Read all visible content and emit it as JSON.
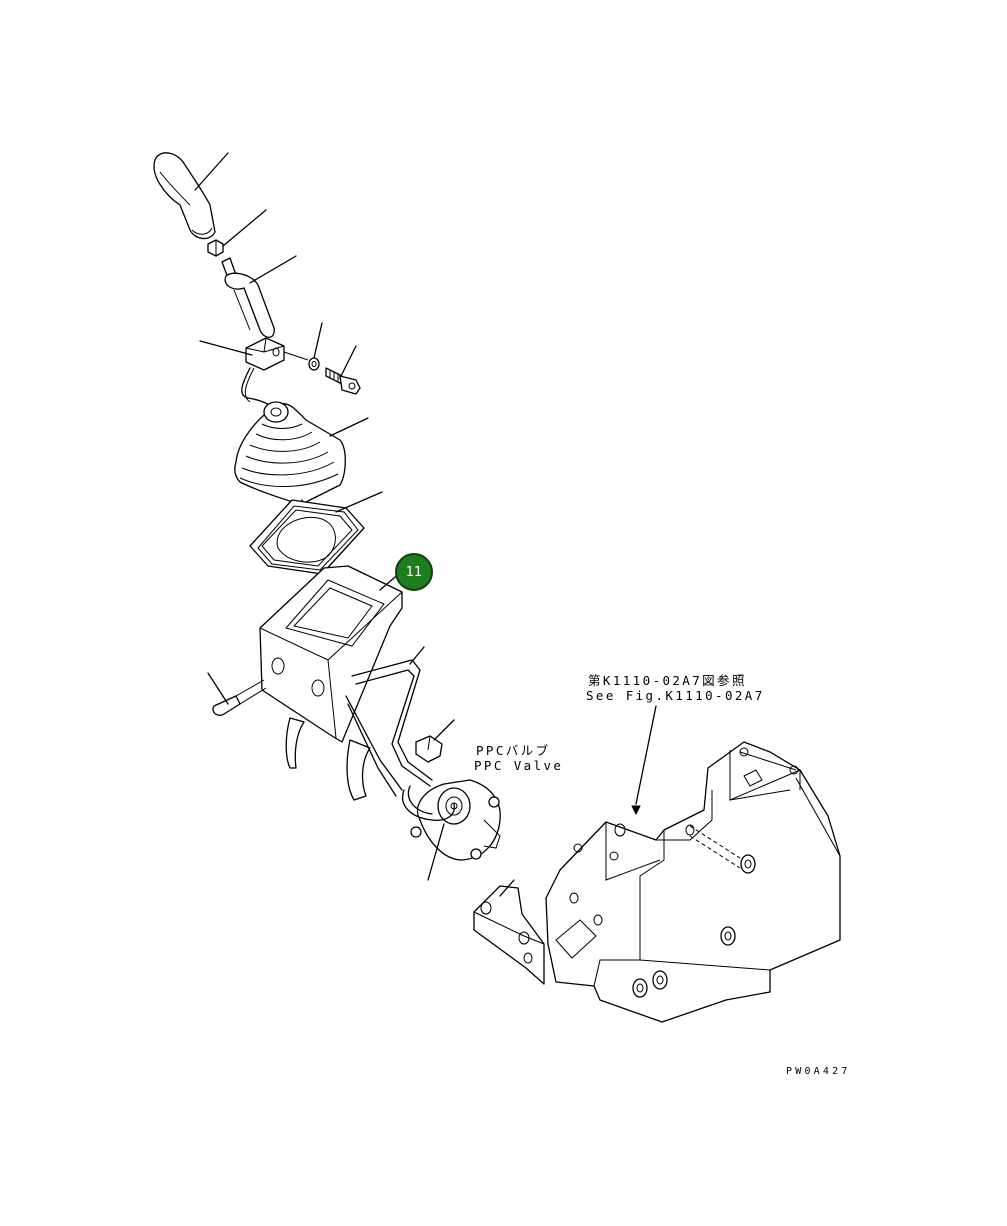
{
  "labels": {
    "ref_jp": "第K1110-02A7図参照",
    "ref_en": "See Fig.K1110-02A7",
    "ppc_jp": "PPCバルブ",
    "ppc_en": "PPC Valve",
    "figure_code": "PW0A427"
  },
  "callouts": [
    {
      "number": "11",
      "color": "#1f7d1f"
    }
  ]
}
